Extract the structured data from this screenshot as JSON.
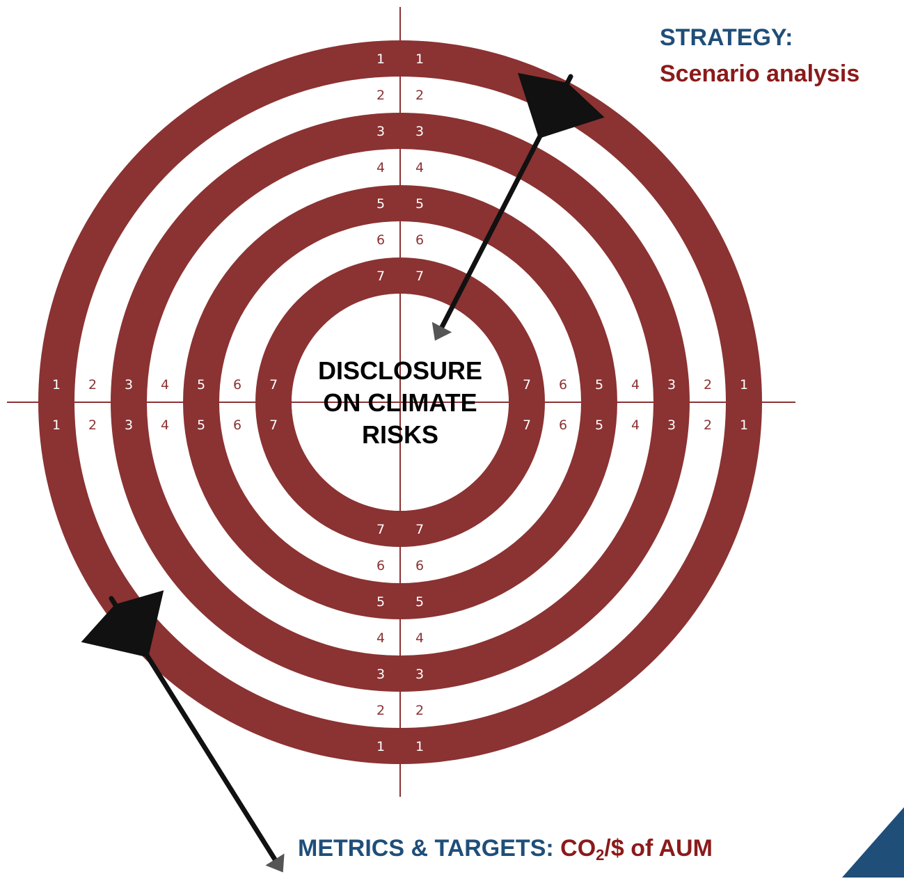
{
  "center": {
    "line1": "DISCLOSURE",
    "line2": "ON CLIMATE",
    "line3": "RISKS"
  },
  "strategy": {
    "label": "STRATEGY:",
    "value": "Scenario analysis"
  },
  "metrics": {
    "label": "METRICS & TARGETS:",
    "value_a": "CO",
    "value_sub": "2",
    "value_b": "/$ of AUM"
  },
  "ring_numbers": [
    "1",
    "2",
    "3",
    "4",
    "5",
    "6",
    "7"
  ],
  "colors": {
    "ring": "#8b3232",
    "axis": "#8b3232",
    "label_blue": "#1f4e79",
    "label_red": "#8b1a1a",
    "corner": "#1f4e79",
    "arrow": "#111111"
  },
  "icons": [
    "arrow-icon",
    "arrow-icon",
    "corner-triangle-icon"
  ]
}
